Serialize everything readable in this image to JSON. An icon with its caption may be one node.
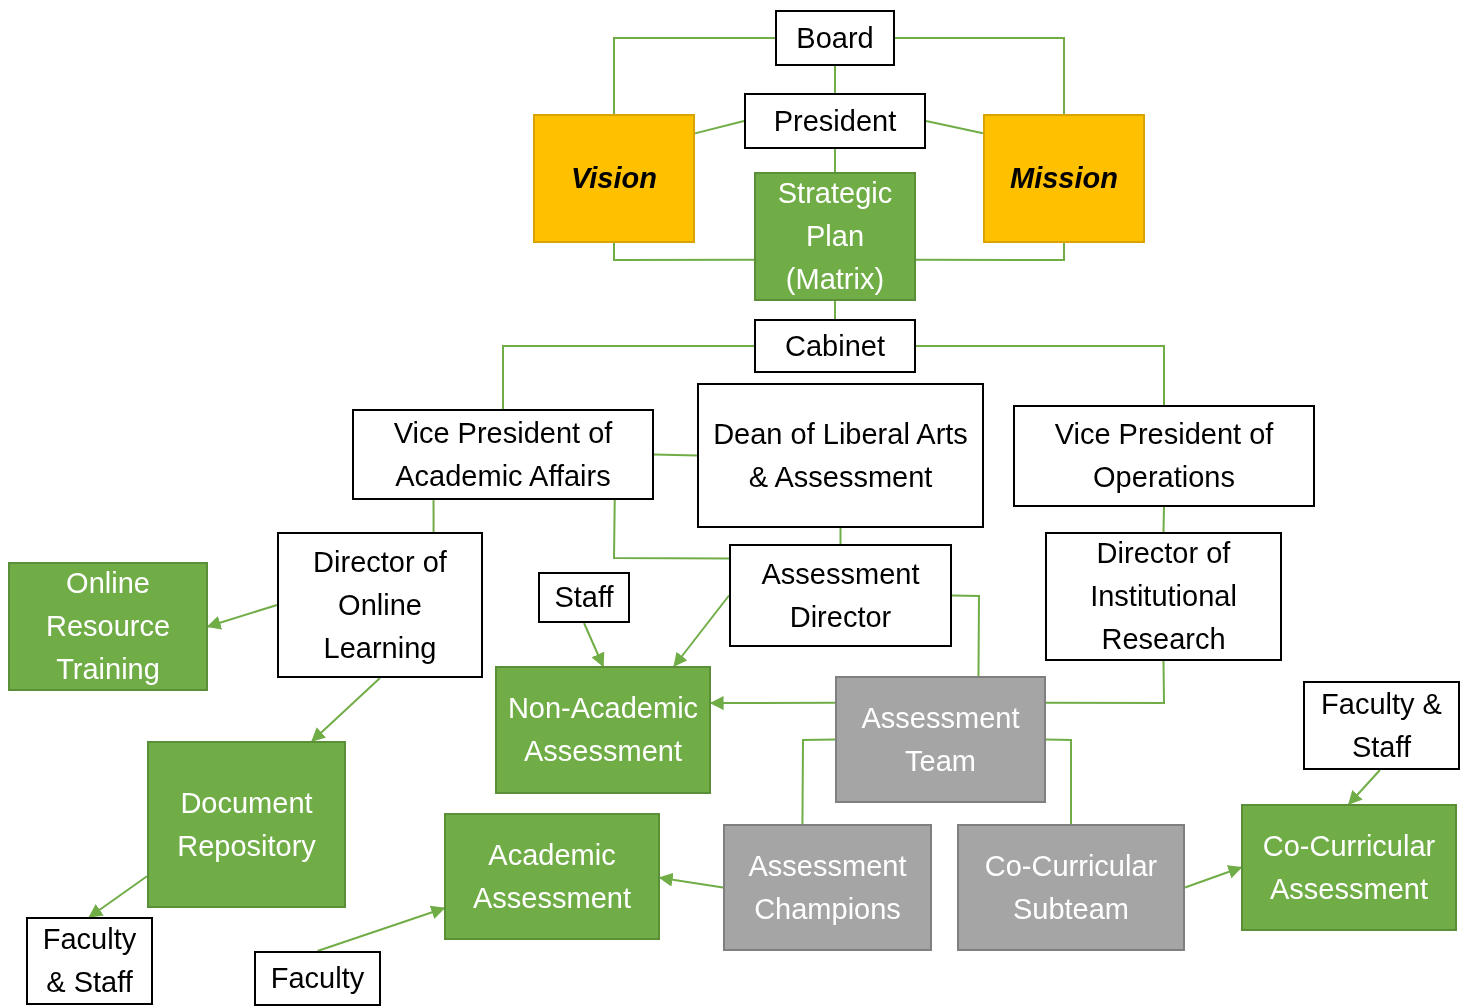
{
  "diagram": {
    "nodes": [
      {
        "text": [
          "Board"
        ]
      },
      {
        "text": [
          "President"
        ]
      },
      {
        "text": [
          "Vision"
        ]
      },
      {
        "text": [
          "Mission"
        ]
      },
      {
        "text": [
          "Strategic Plan (Matrix)"
        ]
      },
      {
        "text": [
          "Cabinet"
        ]
      },
      {
        "text": [
          "Vice President of Academic Affairs"
        ]
      },
      {
        "text": [
          "Dean of Liberal Arts & Assessment"
        ]
      },
      {
        "text": [
          "Vice President of Operations"
        ]
      },
      {
        "text": [
          "Director of Online Learning"
        ]
      },
      {
        "text": [
          "Online Resource Training"
        ]
      },
      {
        "text": [
          "Staff"
        ]
      },
      {
        "text": [
          "Assessment Director"
        ]
      },
      {
        "text": [
          "Director of Institutional Research"
        ]
      },
      {
        "text": [
          "Non-Academic Assessment"
        ]
      },
      {
        "text": [
          "Assessment Team"
        ]
      },
      {
        "text": [
          "Faculty & Staff"
        ]
      },
      {
        "text": [
          "Document Repository"
        ]
      },
      {
        "text": [
          "Academic Assessment"
        ]
      },
      {
        "text": [
          "Assessment Champions"
        ]
      },
      {
        "text": [
          "Co-Curricular Subteam"
        ]
      },
      {
        "text": [
          "Co-Curricular Assessment"
        ]
      },
      {
        "text": [
          "Faculty & Staff"
        ]
      },
      {
        "text": [
          "Faculty"
        ]
      }
    ],
    "edges": [
      {
        "from": 0,
        "to": 2,
        "arrow": "none"
      },
      {
        "from": 0,
        "to": 3,
        "arrow": "none"
      },
      {
        "from": 0,
        "to": 1,
        "arrow": "none"
      },
      {
        "from": 1,
        "to": 2,
        "arrow": "none"
      },
      {
        "from": 1,
        "to": 3,
        "arrow": "none"
      },
      {
        "from": 1,
        "to": 4,
        "arrow": "none"
      },
      {
        "from": 2,
        "to": 4,
        "arrow": "none"
      },
      {
        "from": 3,
        "to": 4,
        "arrow": "none"
      },
      {
        "from": 4,
        "to": 5,
        "arrow": "none"
      },
      {
        "from": 5,
        "to": 6,
        "arrow": "none"
      },
      {
        "from": 5,
        "to": 8,
        "arrow": "none"
      },
      {
        "from": 6,
        "to": 7,
        "arrow": "none"
      },
      {
        "from": 6,
        "to": 12,
        "arrow": "none"
      },
      {
        "from": 7,
        "to": 12,
        "arrow": "none"
      },
      {
        "from": 8,
        "to": 13,
        "arrow": "none"
      },
      {
        "from": 6,
        "to": 9,
        "arrow": "none"
      },
      {
        "from": 9,
        "to": 10,
        "arrow": "to"
      },
      {
        "from": 9,
        "to": 17,
        "arrow": "to"
      },
      {
        "from": 11,
        "to": 14,
        "arrow": "to"
      },
      {
        "from": 12,
        "to": 14,
        "arrow": "to"
      },
      {
        "from": 12,
        "to": 15,
        "arrow": "none"
      },
      {
        "from": 13,
        "to": 15,
        "arrow": "none"
      },
      {
        "from": 15,
        "to": 14,
        "arrow": "to"
      },
      {
        "from": 15,
        "to": 19,
        "arrow": "none"
      },
      {
        "from": 15,
        "to": 20,
        "arrow": "none"
      },
      {
        "from": 19,
        "to": 18,
        "arrow": "to"
      },
      {
        "from": 23,
        "to": 18,
        "arrow": "to"
      },
      {
        "from": 17,
        "to": 22,
        "arrow": "to"
      },
      {
        "from": 20,
        "to": 21,
        "arrow": "to"
      },
      {
        "from": 16,
        "to": 21,
        "arrow": "to"
      }
    ]
  }
}
